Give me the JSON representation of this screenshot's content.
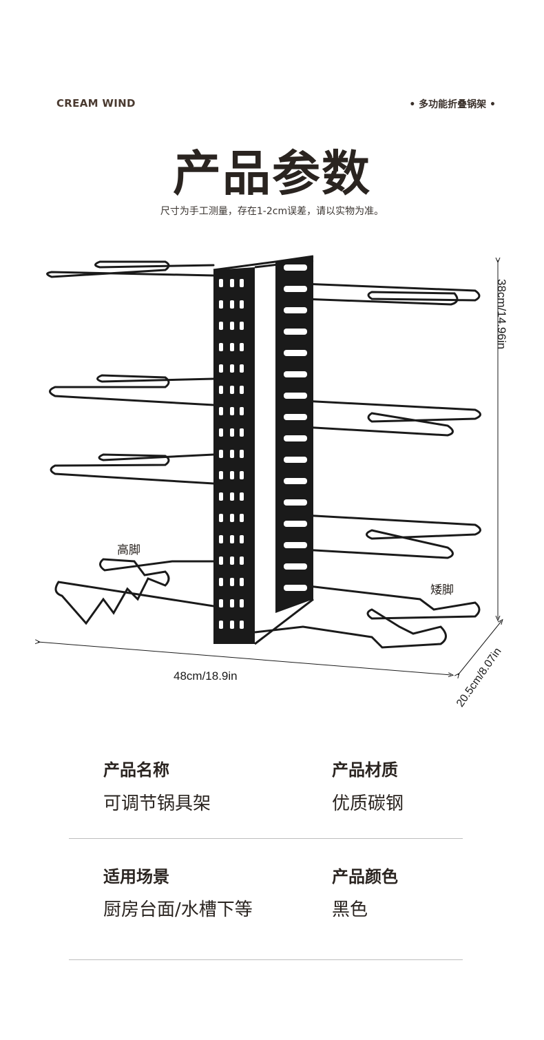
{
  "header": {
    "brand": "CREAM WIND",
    "tagline": "• 多功能折叠锅架 •"
  },
  "title": "产品参数",
  "subtitle": "尺寸为手工测量，存在1-2cm误差，请以实物为准。",
  "dimensions": {
    "width": "48cm/18.9in",
    "height": "38cm/14.96in",
    "depth": "20.5cm/8.07in"
  },
  "feet_labels": {
    "tall": "高脚",
    "short": "矮脚"
  },
  "specs": {
    "name": {
      "label": "产品名称",
      "value": "可调节锅具架"
    },
    "material": {
      "label": "产品材质",
      "value": "优质碳钢"
    },
    "scene": {
      "label": "适用场景",
      "value": "厨房台面/水槽下等"
    },
    "color": {
      "label": "产品颜色",
      "value": "黑色"
    }
  },
  "colors": {
    "text": "#2a2420",
    "rack": "#1a1a1a",
    "divider": "#bdbdbd"
  }
}
